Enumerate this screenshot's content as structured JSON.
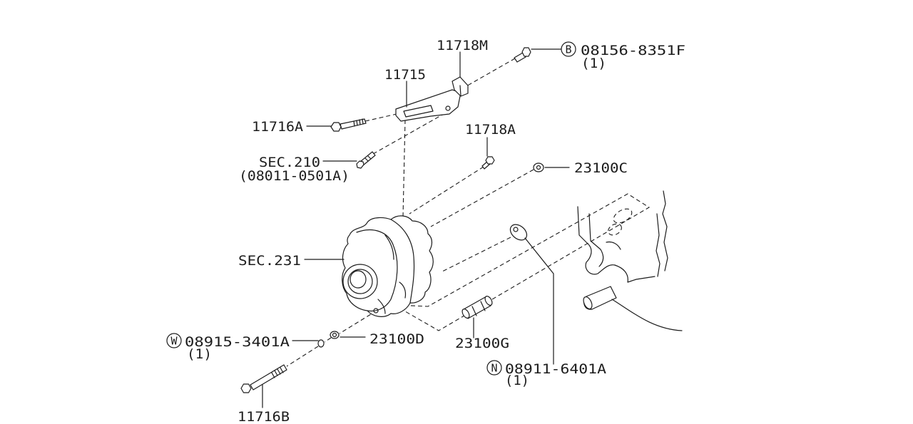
{
  "labels": {
    "p11718M": "11718M",
    "p08156": "08156-8351F",
    "p08156_qty": "(1)",
    "p11715": "11715",
    "p11716A": "11716A",
    "p11718A": "11718A",
    "sec210": "SEC.210",
    "sec210_part": "(08011-0501A)",
    "p23100C": "23100C",
    "sec231": "SEC.231",
    "p08915": "08915-3401A",
    "p08915_qty": "(1)",
    "p23100D": "23100D",
    "p23100G": "23100G",
    "p08911": "08911-6401A",
    "p08911_qty": "(1)",
    "p11716B": "11716B"
  },
  "markers": {
    "b": "B",
    "w": "W",
    "n": "N"
  }
}
